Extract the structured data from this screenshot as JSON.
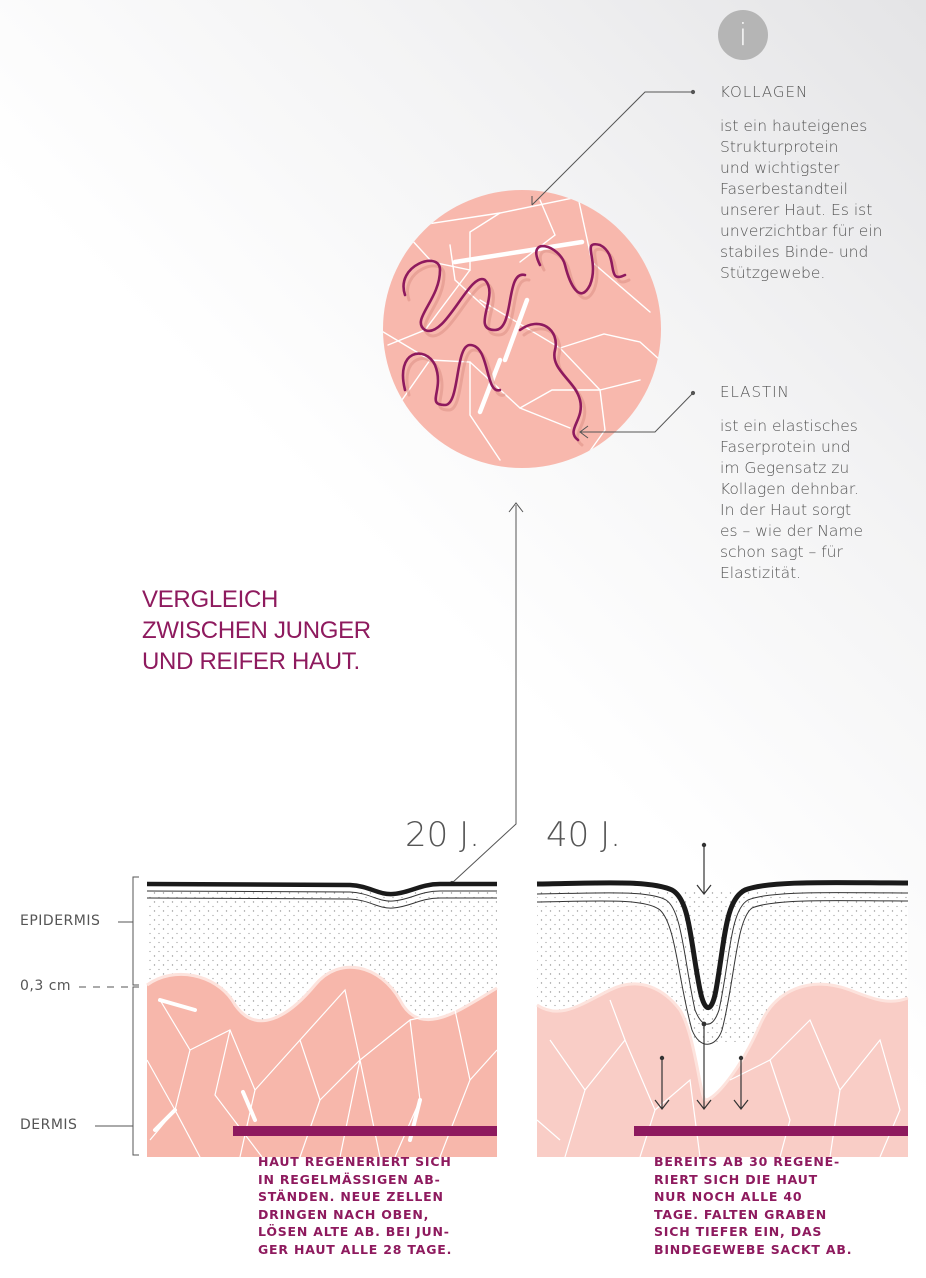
{
  "info_badge": "i",
  "collagen": {
    "title": "KOLLAGEN",
    "text": "ist ein hauteigenes\nStrukturprotein\nund wichtigster\nFaserbestandteil\nunserer Haut. Es ist\nunverzichtbar für ein\nstabiles Binde- und\nStützgewebe."
  },
  "elastin": {
    "title": "ELASTIN",
    "text": "ist ein elastisches\nFaserprotein und\nim Gegensatz zu\nKollagen dehnbar.\nIn der Haut sorgt\nes – wie der Name\nschon sagt – für\nElastizität."
  },
  "heading": "VERGLEICH\nZWISCHEN JUNGER\nUND REIFER HAUT.",
  "young": {
    "age_label": "20 J.",
    "caption": "HAUT REGENERIERT SICH\nIN REGELMÄSSIGEN AB-\nSTÄNDEN. NEUE ZELLEN\nDRINGEN NACH OBEN,\nLÖSEN ALTE AB. BEI JUN-\nGER HAUT ALLE 28 TAGE."
  },
  "mature": {
    "age_label": "40 J.",
    "caption": "BEREITS AB 30 REGENE-\nRIERT SICH DIE HAUT\nNUR NOCH ALLE 40\nTAGE. FALTEN GRABEN\nSICH TIEFER EIN, DAS\nBINDEGEWEBE SACKT AB."
  },
  "labels": {
    "epidermis": "EPIDERMIS",
    "depth": "0,3 cm",
    "dermis": "DERMIS"
  },
  "colors": {
    "accent": "#8e1a5e",
    "skin_pink": "#f7b7ab",
    "mature_pink": "#f9cdc6",
    "text_gray": "#555555"
  }
}
